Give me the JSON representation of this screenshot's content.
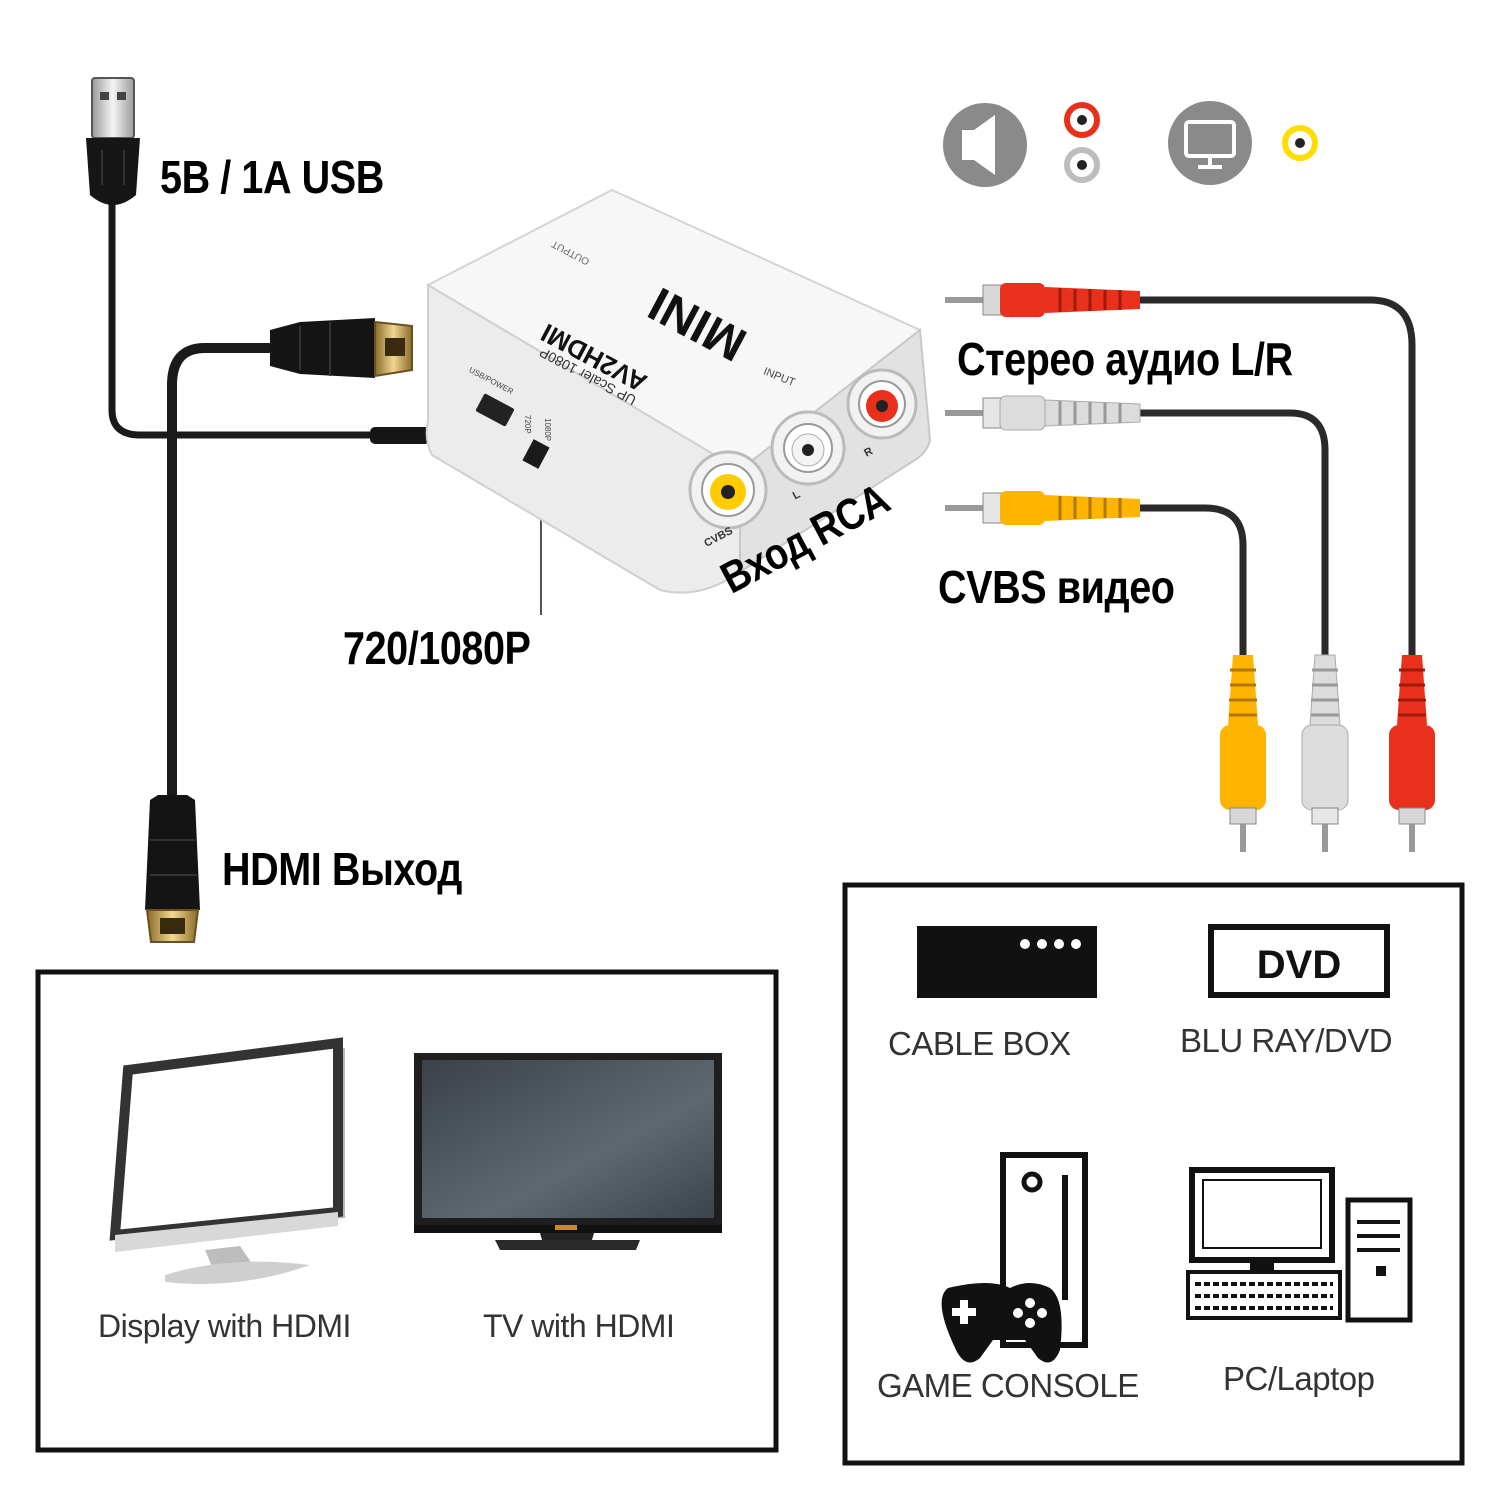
{
  "labels": {
    "usb_power": "5В / 1А USB",
    "stereo_audio": "Стерео аудио L/R",
    "rca_input": "Вход RCA",
    "cvbs_video": "CVBS видео",
    "resolution_switch": "720/1080P",
    "hdmi_output": "HDMI Выход"
  },
  "adapter": {
    "brand": "MINI",
    "model": "AV2HDMI",
    "subtitle": "UP Scaler 1080P",
    "output_text": "OUTPUT",
    "input_text": "INPUT",
    "usb_power_text": "USB/POWER",
    "switch_720": "720P",
    "switch_1080": "1080P",
    "port_cvbs": "CVBS",
    "port_l": "L",
    "port_r": "R"
  },
  "outputs_panel": {
    "display": "Display with HDMI",
    "tv": "TV with HDMI"
  },
  "sources_panel": {
    "cable_box": "CABLE BOX",
    "dvd_logo": "DVD",
    "blu_ray": "BLU RAY/DVD",
    "game_console": "GAME CONSOLE",
    "pc_laptop": "PC/Laptop"
  },
  "colors": {
    "rca_red": "#e8301c",
    "rca_white": "#dcdcdc",
    "rca_yellow": "#ffb400",
    "icon_gray": "#8a8a8a",
    "cable_black": "#1a1a1a"
  },
  "icons": [
    "speaker-icon",
    "monitor-icon",
    "usb-plug-icon",
    "hdmi-plug-icon",
    "rca-plug-icon",
    "gamepad-icon",
    "tower-pc-icon"
  ]
}
